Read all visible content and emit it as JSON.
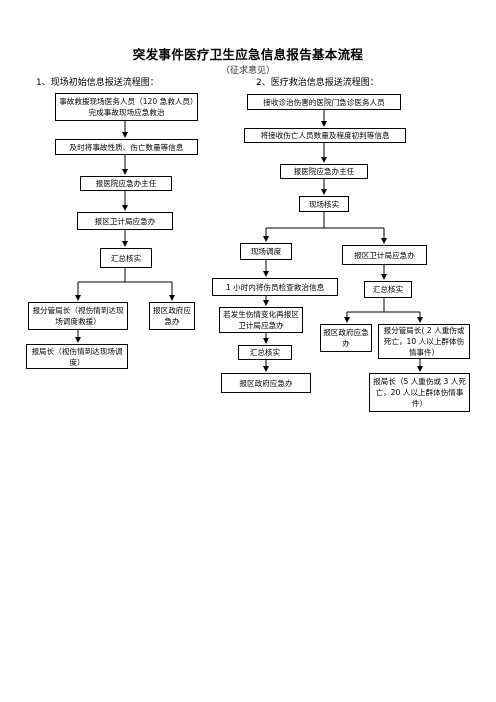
{
  "document": {
    "title": "突发事件医疗卫生应急信息报告基本流程",
    "subtitle": "（征求意见）"
  },
  "flow1": {
    "heading": "1、现场初始信息报送流程图：",
    "nodes": {
      "n1": "事故救援现场医务人员（120 急救人员）完成事故现场应急救治",
      "n2": "及时将事故性质、伤亡数量等信息",
      "n3": "报医院应急办主任",
      "n4": "报区卫计局应急办",
      "n5": "汇总核实",
      "n6": "报分管局长（视伤情到达现场调度救援）",
      "n7": "报区政府应急办",
      "n8": "报局长（视伤情到达现场调度）"
    }
  },
  "flow2": {
    "heading": "2、医疗救治信息报送流程图：",
    "nodes": {
      "m1": "接收诊治伤害的医院门急诊医务人员",
      "m2": "将接收伤亡人员数量及程度初判等信息",
      "m3": "报医院应急办主任",
      "m4": "现场核实",
      "m5": "现场调度",
      "m6": "报区卫计局应急办",
      "m7": "1 小时内将伤员检查救治信息",
      "m8": "汇总核实",
      "m9": "若发生伤情变化再报区卫计局应急办",
      "m10": "报区政府应急办",
      "m11": "报分管局长( 2 人重伤或死亡，10 人以上群体伤情事件）",
      "m12": "汇总核实",
      "m13": "报区政府应急办",
      "m14": "报局长（5 人重伤或 3 人死亡，20 人以上群体伤情事件）"
    }
  }
}
